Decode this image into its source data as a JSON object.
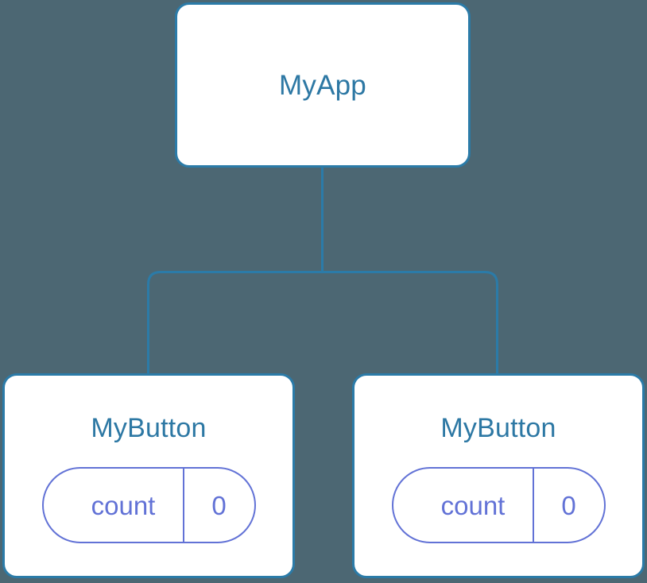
{
  "diagram": {
    "type": "component-tree",
    "background_color": "#4c6773",
    "node_border_color": "#2b7ba8",
    "node_title_color": "#2d78a4",
    "pill_color": "#6272d6",
    "edge_color": "#2b7ba8",
    "root": {
      "title": "MyApp"
    },
    "children": [
      {
        "title": "MyButton",
        "state": {
          "key": "count",
          "value": "0"
        }
      },
      {
        "title": "MyButton",
        "state": {
          "key": "count",
          "value": "0"
        }
      }
    ]
  }
}
